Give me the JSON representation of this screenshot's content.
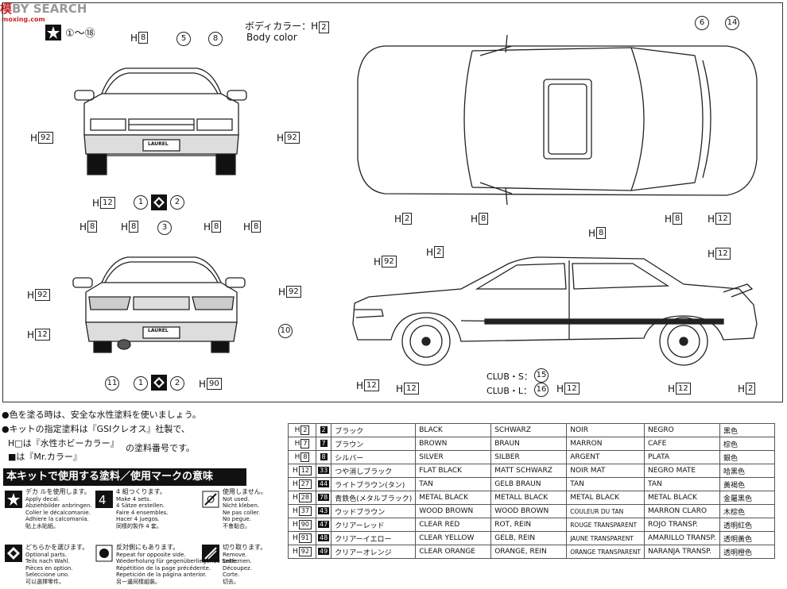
{
  "watermark": {
    "main_red": "模",
    "main_gray": "BY SEARCH",
    "site": "moxing.com"
  },
  "header": {
    "body_color_jp": "ボディカラー：",
    "body_color_en": "Body color",
    "body_color_code": "2",
    "decal_range": "①〜⑱"
  },
  "labels": {
    "h_prefix": "H",
    "c2": "2",
    "c8": "8",
    "c12": "12",
    "c90": "90",
    "c92": "92",
    "n1": "1",
    "n2": "2",
    "n3": "3",
    "n5": "5",
    "n6": "6",
    "n8": "8",
    "n10": "10",
    "n11": "11",
    "n14": "14",
    "n15": "15",
    "n16": "16",
    "club_s": "CLUB・S：",
    "club_l": "CLUB・L：",
    "front_plate": "LAUREL",
    "rear_plate": "LAUREL"
  },
  "notes": {
    "line1": "●色を塗る時は、安全な水性塗料を使いましょう。",
    "line2": "●キットの指定塗料は『GSIクレオス』社製で、",
    "line3a": "H□は『水性ホビーカラー』",
    "line3b": "の塗料番号です。",
    "line4": "■は『Mr.カラー』"
  },
  "legend": {
    "title": "本キットで使用する塗料／使用マークの意味",
    "decal": [
      "デカ ルを使用します。",
      "Apply decal.",
      "Abziehbilder anbringen.",
      "Coller le décalcomanie.",
      "Adhiere la calcomanía.",
      "貼上水貼紙。"
    ],
    "make4": [
      "4 組つくります。",
      "Make 4 sets.",
      "4 Sätze erstellen.",
      "Faire 4 ensembles.",
      "Hacer 4 juegos.",
      "同樣的製作 4 套。"
    ],
    "nouse": [
      "使用しません。",
      "Not used.",
      "Nicht kleben.",
      "Ne pas coller.",
      "No pegue.",
      "不會黏合。"
    ],
    "choose": [
      "どちらかを選びます。",
      "Optional parts.",
      "Teils nach Wahl.",
      "Pièces en option.",
      "Seleccione uno.",
      "可以選擇零件。"
    ],
    "opposite": [
      "反対側にもあります。",
      "Repeat for opposite side.",
      "Wiederholung für gegenüberliegende Seite.",
      "Répétition de la page précédente.",
      "Repetición de la página anterior.",
      "另一邊同樣組裝。"
    ],
    "remove": [
      "切り取ります。",
      "Remove.",
      "Entfernen.",
      "Découpez.",
      "Corte.",
      "切去。"
    ]
  },
  "paint_table": [
    {
      "code": "2",
      "sw": "2",
      "jp": "ブラック",
      "en": "BLACK",
      "de": "SCHWARZ",
      "fr": "NOIR",
      "es": "NEGRO",
      "cn": "黑色"
    },
    {
      "code": "7",
      "sw": "7",
      "jp": "ブラウン",
      "en": "BROWN",
      "de": "BRAUN",
      "fr": "MARRON",
      "es": "CAFE",
      "cn": "棕色"
    },
    {
      "code": "8",
      "sw": "8",
      "jp": "シルバー",
      "en": "SILVER",
      "de": "SILBER",
      "fr": "ARGENT",
      "es": "PLATA",
      "cn": "銀色"
    },
    {
      "code": "12",
      "sw": "33",
      "jp": "つや消しブラック",
      "en": "FLAT BLACK",
      "de": "MATT SCHWARZ",
      "fr": "NOIR MAT",
      "es": "NEGRO MATE",
      "cn": "哈黑色"
    },
    {
      "code": "27",
      "sw": "44",
      "jp": "ライトブラウン(タン)",
      "en": "TAN",
      "de": "GELB BRAUN",
      "fr": "TAN",
      "es": "TAN",
      "cn": "黃褐色"
    },
    {
      "code": "28",
      "sw": "78",
      "jp": "青鉄色(メタルブラック)",
      "en": "METAL BLACK",
      "de": "METALL BLACK",
      "fr": "METAL BLACK",
      "es": "METAL BLACK",
      "cn": "金屬黑色"
    },
    {
      "code": "37",
      "sw": "43",
      "jp": "ウッドブラウン",
      "en": "WOOD BROWN",
      "de": "WOOD BROWN",
      "fr": "COULEUR DU TAN",
      "es": "MARRON CLARO",
      "cn": "木棕色"
    },
    {
      "code": "90",
      "sw": "47",
      "jp": "クリアーレッド",
      "en": "CLEAR RED",
      "de": "ROT, REIN",
      "fr": "ROUGE TRANSPARENT",
      "es": "ROJO TRANSP.",
      "cn": "透明紅色"
    },
    {
      "code": "91",
      "sw": "48",
      "jp": "クリアーイエロー",
      "en": "CLEAR YELLOW",
      "de": "GELB, REIN",
      "fr": "JAUNE TRANSPARENT",
      "es": "AMARILLO TRANSP.",
      "cn": "透明黃色"
    },
    {
      "code": "92",
      "sw": "49",
      "jp": "クリアーオレンジ",
      "en": "CLEAR ORANGE",
      "de": "ORANGE, REIN",
      "fr": "ORANGE TRANSPARENT",
      "es": "NARANJA TRANSP.",
      "cn": "透明橙色"
    }
  ]
}
